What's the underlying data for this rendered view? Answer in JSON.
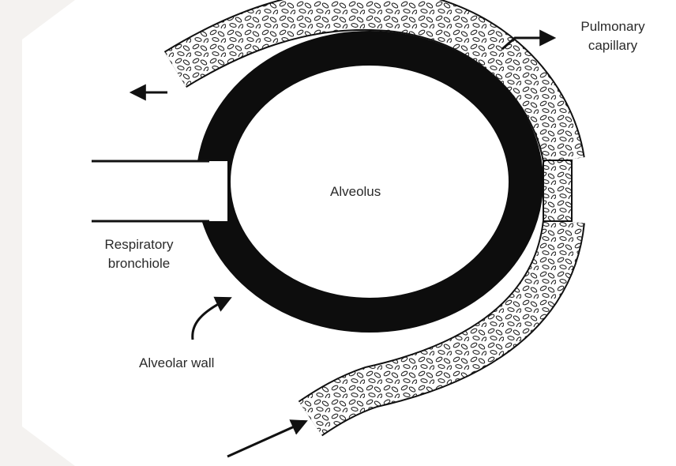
{
  "labels": {
    "pulmonary_capillary": [
      "Pulmonary",
      "capillary"
    ],
    "alveolus": "Alveolus",
    "respiratory_bronchiole": [
      "Respiratory",
      "bronchiole"
    ],
    "alveolar_wall": "Alveolar wall"
  },
  "colors": {
    "background": "#f4f2f0",
    "panel": "#ffffff",
    "wall": "#0d0d0d",
    "ink": "#2a2a2a"
  }
}
